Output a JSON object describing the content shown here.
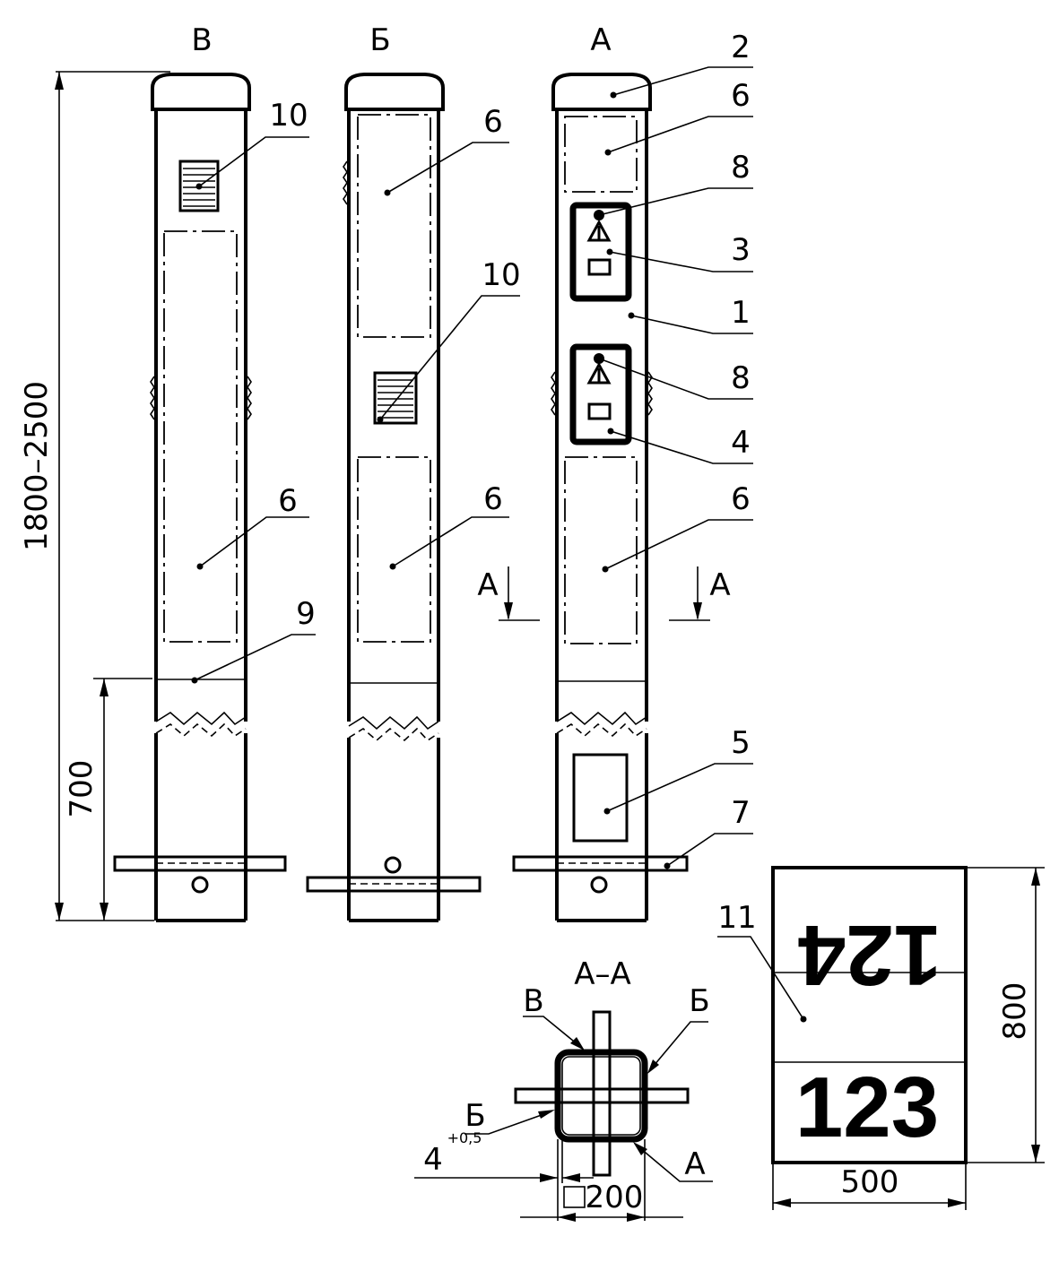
{
  "views": {
    "v": "В",
    "b": "Б",
    "a": "А"
  },
  "callouts": {
    "n1": "1",
    "n2": "2",
    "n3": "3",
    "n4": "4",
    "n5": "5",
    "n6": "6",
    "n7": "7",
    "n8": "8",
    "n9": "9",
    "n10": "10",
    "n11": "11"
  },
  "dimensions": {
    "total_height": "1800–2500",
    "embed_depth": "700",
    "sign_height": "800",
    "sign_width": "500",
    "tolerance_base": "4",
    "tolerance_upper": "+0,5",
    "section_size": "200"
  },
  "section": {
    "title": "А–А",
    "cut_mark": "А"
  },
  "sign": {
    "number_top": "124",
    "number_bottom": "123"
  }
}
